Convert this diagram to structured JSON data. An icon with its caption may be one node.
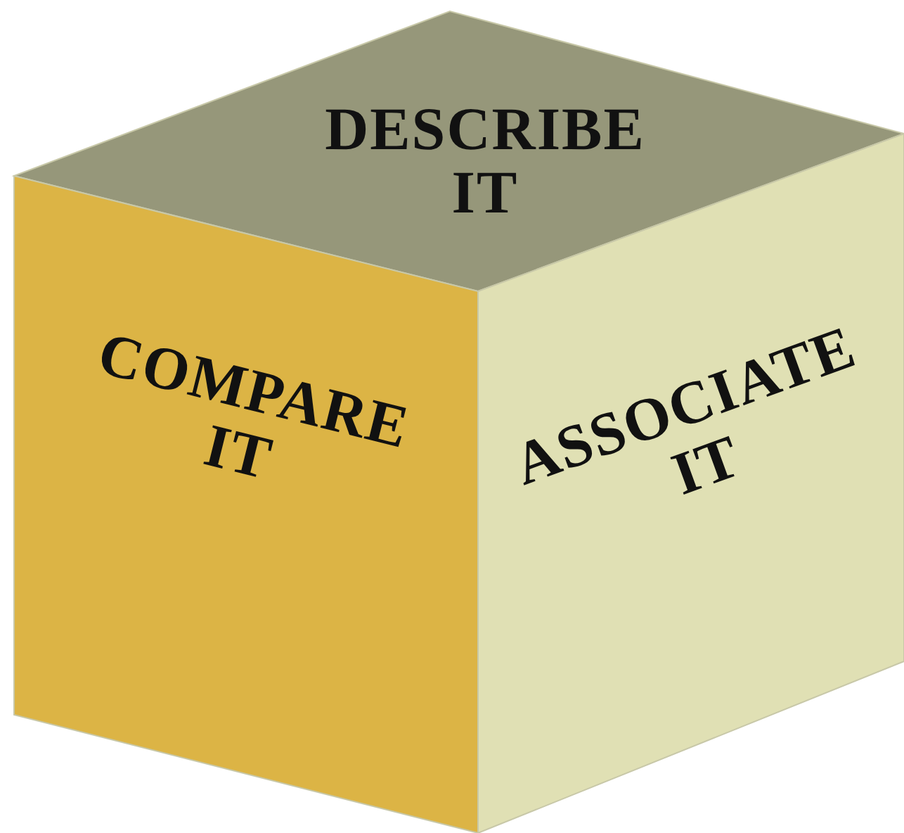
{
  "diagram": {
    "nodes": [
      {
        "text": [
          "DESCRIBE IT"
        ]
      },
      {
        "text": [
          "COMPARE IT"
        ]
      },
      {
        "text": [
          "ASSOCIATE IT"
        ]
      }
    ]
  }
}
